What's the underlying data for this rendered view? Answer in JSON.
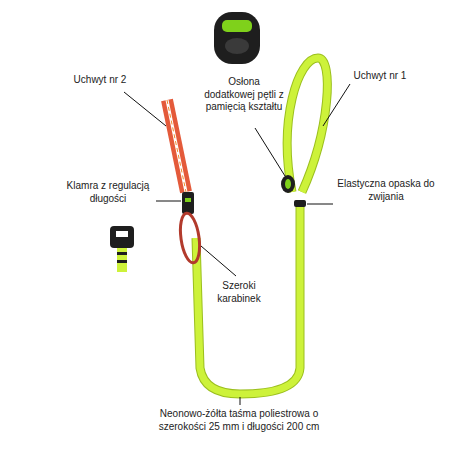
{
  "diagram": {
    "labels": [
      "Uchwyt nr 2",
      "Osłona dodatkowej pętli z pamięcią kształtu",
      "Uchwyt nr 1",
      "Klamra z regulacją długości",
      "Elastyczna opaska do zwijania",
      "Szeroki karabinek",
      "Neonowo-żółta taśma poliestrowa o szerokości 25 mm i długości 200 cm"
    ]
  }
}
